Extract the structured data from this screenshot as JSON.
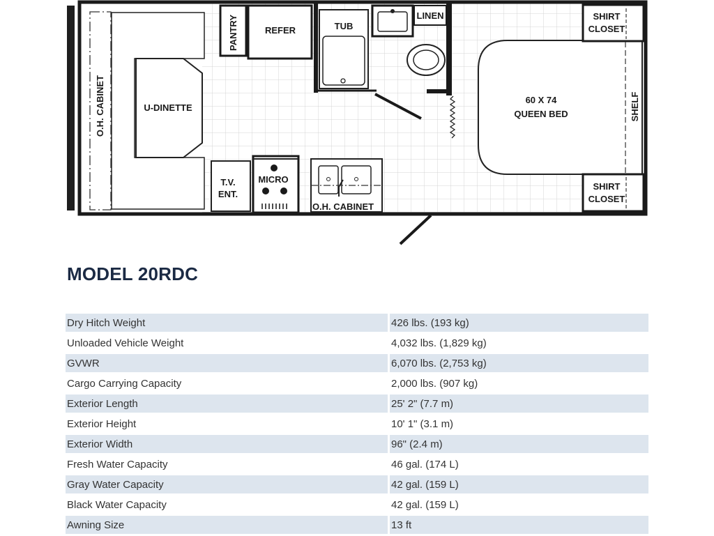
{
  "floorplan": {
    "labels": {
      "pantry": "PANTRY",
      "refer": "REFER",
      "tub": "TUB",
      "linen": "LINEN",
      "shirt_closet_top_1": "SHIRT",
      "shirt_closet_top_2": "CLOSET",
      "oh_cabinet_left": "O.H. CABINET",
      "u_dinette": "U-DINETTE",
      "bed_size": "60 X 74",
      "bed_name": "QUEEN BED",
      "shelf": "SHELF",
      "tv_1": "T.V.",
      "tv_2": "ENT.",
      "micro": "MICRO",
      "oh_cabinet_bottom": "O.H. CABINET",
      "shirt_closet_bottom_1": "SHIRT",
      "shirt_closet_bottom_2": "CLOSET"
    }
  },
  "model": {
    "title": "MODEL 20RDC"
  },
  "specs": [
    {
      "label": "Dry Hitch Weight",
      "value": "426 lbs. (193 kg)"
    },
    {
      "label": "Unloaded Vehicle Weight",
      "value": "4,032 lbs. (1,829 kg)"
    },
    {
      "label": "GVWR",
      "value": "6,070 lbs. (2,753 kg)"
    },
    {
      "label": "Cargo Carrying Capacity",
      "value": "2,000 lbs. (907 kg)"
    },
    {
      "label": "Exterior Length",
      "value": "25' 2\" (7.7 m)"
    },
    {
      "label": "Exterior Height",
      "value": "10' 1\" (3.1 m)"
    },
    {
      "label": "Exterior Width",
      "value": "96\" (2.4 m)"
    },
    {
      "label": "Fresh Water Capacity",
      "value": "46 gal. (174 L)"
    },
    {
      "label": "Gray Water Capacity",
      "value": "42 gal. (159 L)"
    },
    {
      "label": "Black Water Capacity",
      "value": "42 gal. (159 L)"
    },
    {
      "label": "Awning Size",
      "value": "13 ft"
    }
  ]
}
